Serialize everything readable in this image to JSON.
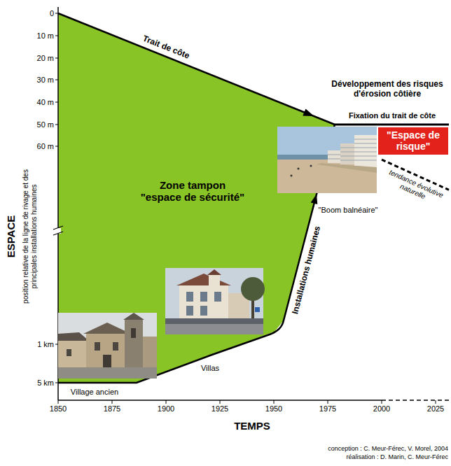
{
  "diagram": {
    "nodes": [
      {
        "text": [
          "Zone tampon",
          "\"espace de sécurité\""
        ]
      },
      {
        "text": [
          "\"Espace de risque\""
        ]
      }
    ],
    "labels": [
      "0",
      "10 m",
      "20 m",
      "30 m",
      "40 m",
      "50 m",
      "60 m",
      "1 km",
      "5 km",
      "1850",
      "1875",
      "1900",
      "1925",
      "1950",
      "1975",
      "2000",
      "2025",
      "ESPACE",
      "position relative de la ligne de rivage et des principales installations humaines",
      "TEMPS",
      "Trait de côte",
      "Développement des risques d'érosion côtière",
      "Fixation du trait de côte",
      "tendance évolutive naturelle",
      "\"Boom balnéaire\"",
      "Installations humaines",
      "Villas",
      "Village ancien",
      "conception : C. Meur-Férec, V. Morel, 2004",
      "réalisation : D. Marin, C. Meur-Férec"
    ]
  }
}
